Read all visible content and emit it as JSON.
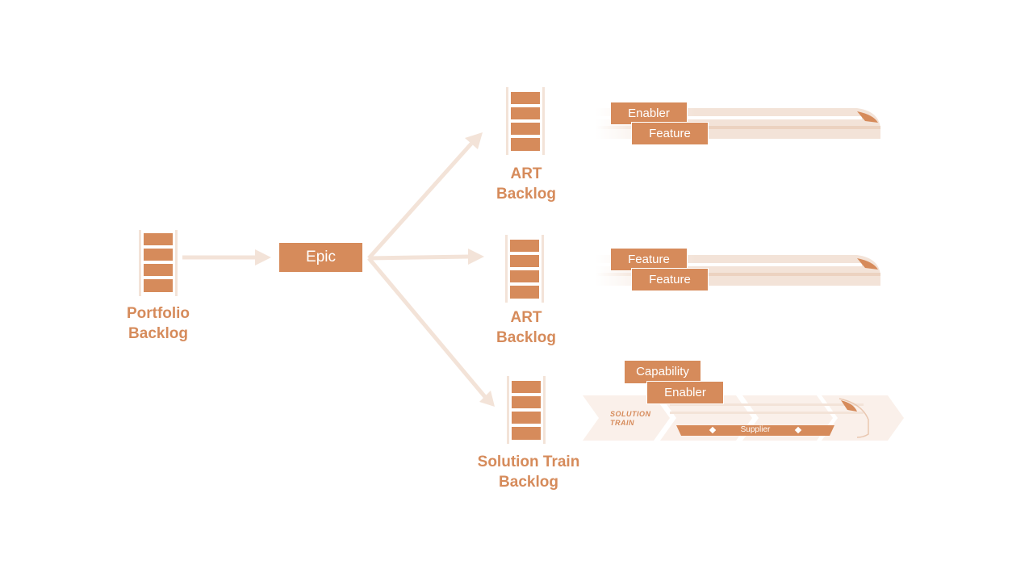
{
  "portfolio": {
    "label_line1": "Portfolio",
    "label_line2": "Backlog"
  },
  "epic": {
    "label": "Epic"
  },
  "art1": {
    "label_line1": "ART",
    "label_line2": "Backlog",
    "tags": [
      "Enabler",
      "Feature"
    ]
  },
  "art2": {
    "label_line1": "ART",
    "label_line2": "Backlog",
    "tags": [
      "Feature",
      "Feature"
    ]
  },
  "solution": {
    "label_line1": "Solution Train",
    "label_line2": "Backlog",
    "tags": [
      "Capability",
      "Enabler"
    ],
    "train_line1": "SOLUTION",
    "train_line2": "TRAIN",
    "supplier": "Supplier"
  },
  "colors": {
    "accent": "#d68b5b",
    "light": "#f3e3d8",
    "lighter": "#faf0ea"
  },
  "icons": [
    "backlog-stack-icon",
    "arrow-icon",
    "train-icon",
    "diamond-icon"
  ]
}
